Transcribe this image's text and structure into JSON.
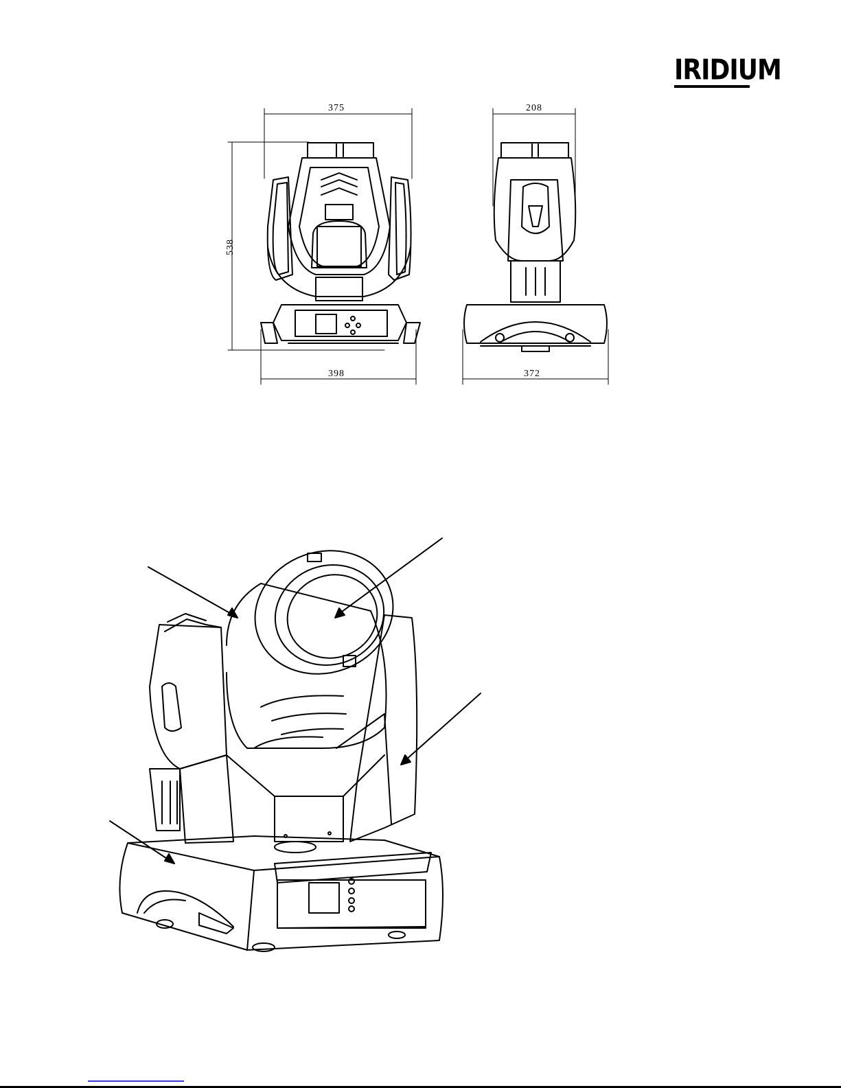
{
  "brand": {
    "logo_text": "IRIDIUM"
  },
  "front_view": {
    "top_width": "375",
    "height": "538",
    "bottom_width": "398"
  },
  "side_view": {
    "top_width": "208",
    "bottom_width": "372"
  },
  "colors": {
    "line": "#000000",
    "link": "#3a3ad0"
  }
}
